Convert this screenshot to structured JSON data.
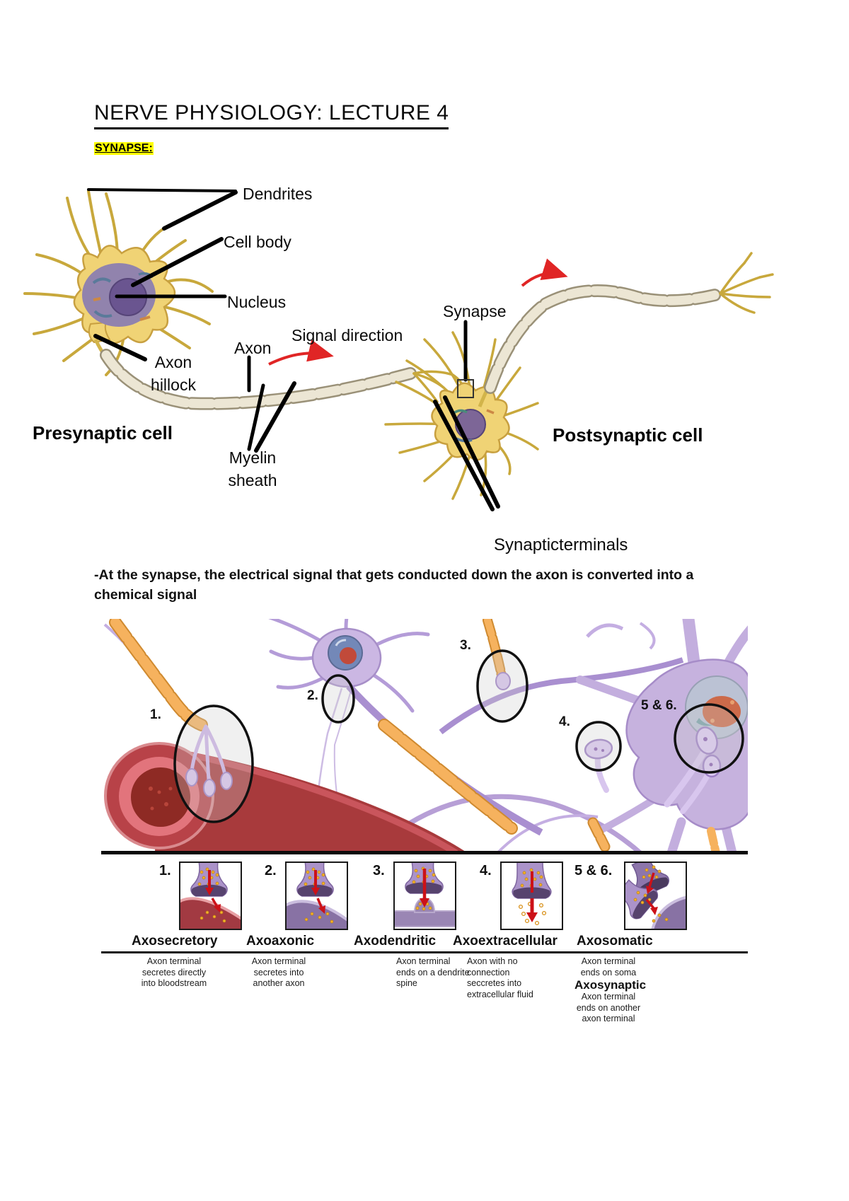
{
  "page": {
    "title": "NERVE PHYSIOLOGY: LECTURE 4",
    "section_heading": "SYNAPSE:",
    "note": "-At the synapse, the electrical signal that gets conducted down the axon is converted into a chemical signal"
  },
  "figure1": {
    "labels": {
      "dendrites": "Dendrites",
      "cell_body": "Cell body",
      "nucleus": "Nucleus",
      "axon_hillock": "Axon hillock",
      "axon": "Axon",
      "signal_direction": "Signal direction",
      "synapse": "Synapse",
      "myelin_sheath": "Myelin sheath",
      "presynaptic_cell": "Presynaptic cell",
      "postsynaptic_cell": "Postsynaptic cell",
      "synaptic_terminals": "Synapticterminals"
    },
    "colors": {
      "neuron_body": "#f0d375",
      "nucleus": "#7d6697",
      "myelin": "#ece6d4",
      "arrow": "#e02525"
    }
  },
  "figure2": {
    "panels": [
      {
        "number": "1.",
        "label": "Axosecretory",
        "description": "Axon terminal\nsecretes directly\ninto bloodstream"
      },
      {
        "number": "2.",
        "label": "Axoaxonic",
        "description": "Axon terminal\nsecretes into\nanother axon"
      },
      {
        "number": "3.",
        "label": "Axodendritic",
        "description": "Axon terminal\nends on a dendrite\nspine"
      },
      {
        "number": "4.",
        "label": "Axoextracellular",
        "description": "Axon with no\nconnection\nseccretes into\nextracellular fluid"
      },
      {
        "number": "5 & 6.",
        "label": "Axosomatic",
        "description": "Axon terminal\nends on soma",
        "label2": "Axosynaptic",
        "description2": "Axon terminal\nends on another\naxon terminal"
      }
    ],
    "colors": {
      "neuron": "#c3aede",
      "myelin": "#f6b25e",
      "vessel": "#a83a3c",
      "vesicle_dot": "#f5b22a",
      "arrow": "#cc1118"
    }
  }
}
